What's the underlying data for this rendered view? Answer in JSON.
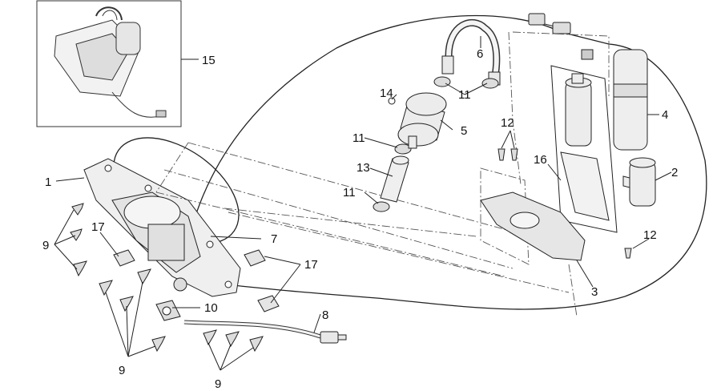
{
  "diagram": {
    "callouts": [
      {
        "id": "c15",
        "text": "15"
      },
      {
        "id": "c6",
        "text": "6"
      },
      {
        "id": "c14",
        "text": "14"
      },
      {
        "id": "c11a",
        "text": "11"
      },
      {
        "id": "c5",
        "text": "5"
      },
      {
        "id": "c11b",
        "text": "11"
      },
      {
        "id": "c13",
        "text": "13"
      },
      {
        "id": "c11c",
        "text": "11"
      },
      {
        "id": "c12a",
        "text": "12"
      },
      {
        "id": "c4",
        "text": "4"
      },
      {
        "id": "c16",
        "text": "16"
      },
      {
        "id": "c2",
        "text": "2"
      },
      {
        "id": "c12b",
        "text": "12"
      },
      {
        "id": "c1",
        "text": "1"
      },
      {
        "id": "c7",
        "text": "7"
      },
      {
        "id": "c9a",
        "text": "9"
      },
      {
        "id": "c17a",
        "text": "17"
      },
      {
        "id": "c17b",
        "text": "17"
      },
      {
        "id": "c3",
        "text": "3"
      },
      {
        "id": "c10",
        "text": "10"
      },
      {
        "id": "c8",
        "text": "8"
      },
      {
        "id": "c9b",
        "text": "9"
      },
      {
        "id": "c9c",
        "text": "9"
      }
    ]
  }
}
